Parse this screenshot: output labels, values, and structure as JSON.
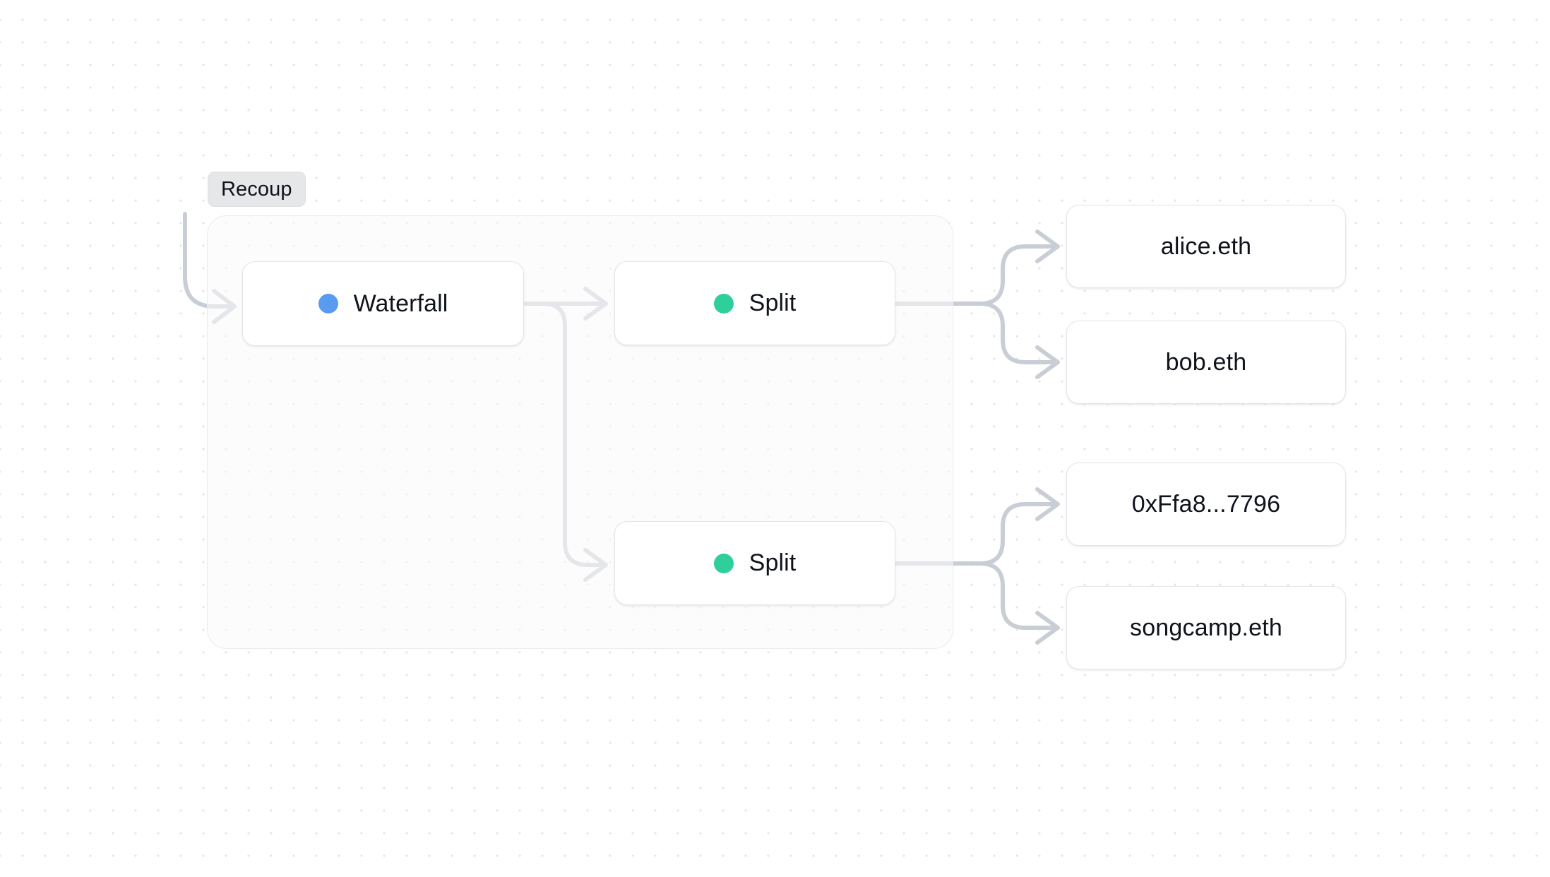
{
  "canvas": {
    "background_color": "#ffffff",
    "dot_color": "#e3e5e8",
    "edge_color": "#c9ced6"
  },
  "group": {
    "badge_label": "Recoup",
    "badge_background": "#e6e7e9",
    "container_background": "#fafafb",
    "container_border": "#e9ebee"
  },
  "nodes": [
    {
      "id": "waterfall",
      "label": "Waterfall",
      "dot_icon": "blue-status-dot",
      "dot_color": "#589bf0"
    },
    {
      "id": "split-1",
      "label": "Split",
      "dot_icon": "green-status-dot",
      "dot_color": "#2ecf9b"
    },
    {
      "id": "split-2",
      "label": "Split",
      "dot_icon": "green-status-dot",
      "dot_color": "#2ecf9b"
    }
  ],
  "recipients": [
    {
      "id": "leaf-0",
      "label": "alice.eth"
    },
    {
      "id": "leaf-1",
      "label": "bob.eth"
    },
    {
      "id": "leaf-2",
      "label": "0xFfa8...7796"
    },
    {
      "id": "leaf-3",
      "label": "songcamp.eth"
    }
  ],
  "edges": [
    {
      "from": "inflow",
      "to": "waterfall"
    },
    {
      "from": "waterfall",
      "to": "split-1"
    },
    {
      "from": "waterfall",
      "to": "split-2"
    },
    {
      "from": "split-1",
      "to": "leaf-0"
    },
    {
      "from": "split-1",
      "to": "leaf-1"
    },
    {
      "from": "split-2",
      "to": "leaf-2"
    },
    {
      "from": "split-2",
      "to": "leaf-3"
    }
  ]
}
